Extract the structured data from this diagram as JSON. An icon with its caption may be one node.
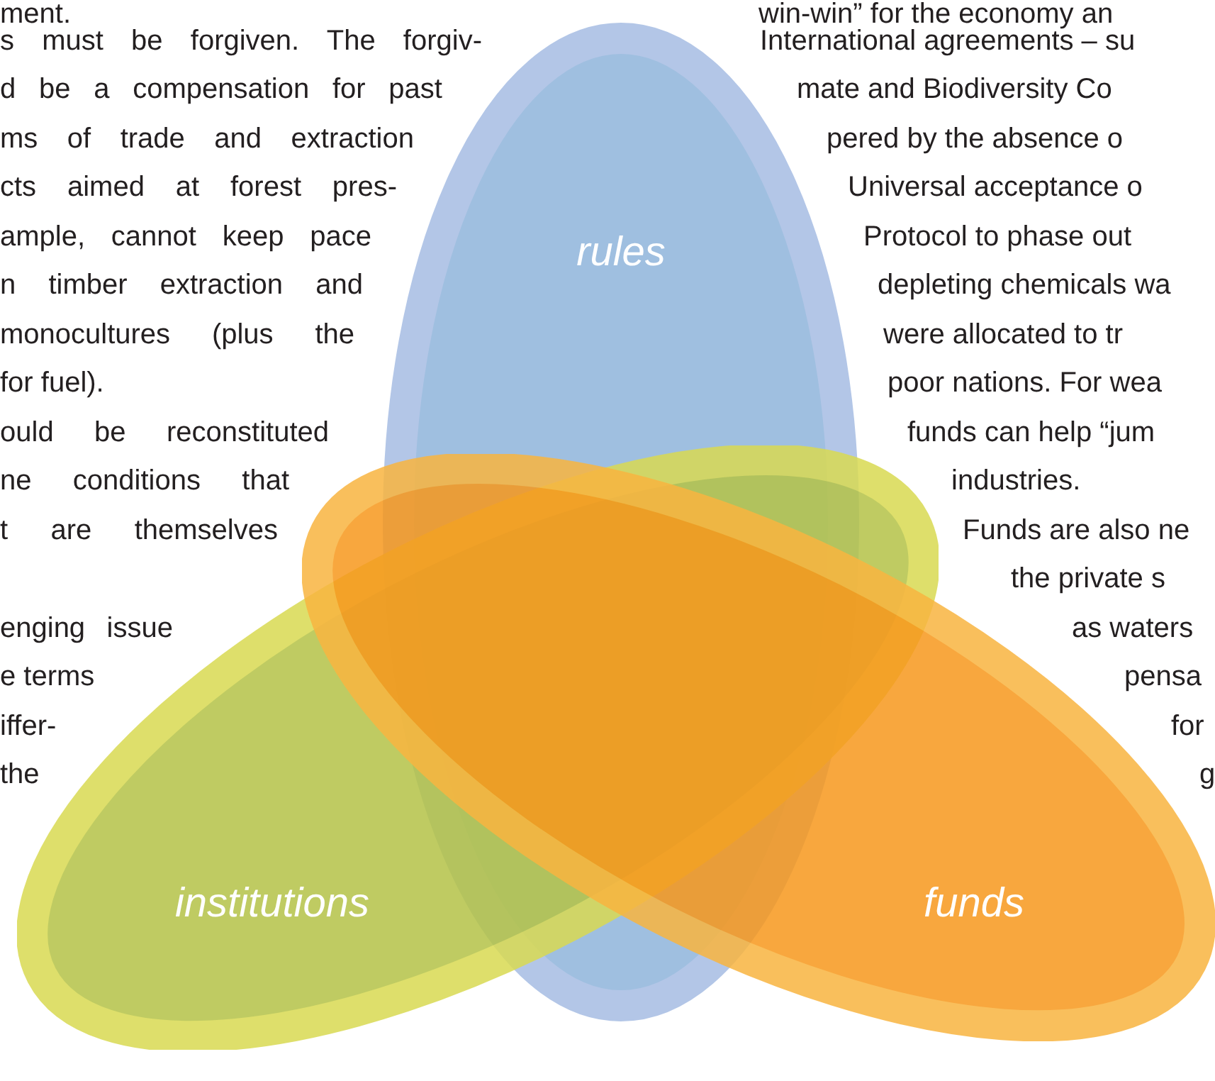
{
  "diagram": {
    "nodes": [
      {
        "text": [
          "rules"
        ]
      },
      {
        "text": [
          "institutions"
        ]
      },
      {
        "text": [
          "funds"
        ]
      }
    ],
    "labels": [
      "ment.",
      "s must be forgiven. The forgiv-",
      "d be a compensation for past",
      "ms of trade and extraction",
      "cts aimed at forest pres-",
      "ample, cannot keep pace",
      "n timber extraction and",
      "monocultures (plus the",
      "for fuel).",
      "ould be reconstituted",
      "ne conditions that",
      "t are themselves",
      "enging issue",
      "e terms",
      "iffer-",
      "the",
      "win-win” for the economy an",
      "International agreements – su",
      "mate and Biodiversity Co",
      "pered by the absence o",
      "Universal acceptance o",
      "Protocol to phase out",
      "depleting chemicals wa",
      "were allocated to tr",
      "poor nations. For wea",
      "funds can help “jum",
      "industries.",
      "Funds are also ne",
      "the private s",
      "as waters",
      "pensa",
      "for",
      "g"
    ]
  }
}
